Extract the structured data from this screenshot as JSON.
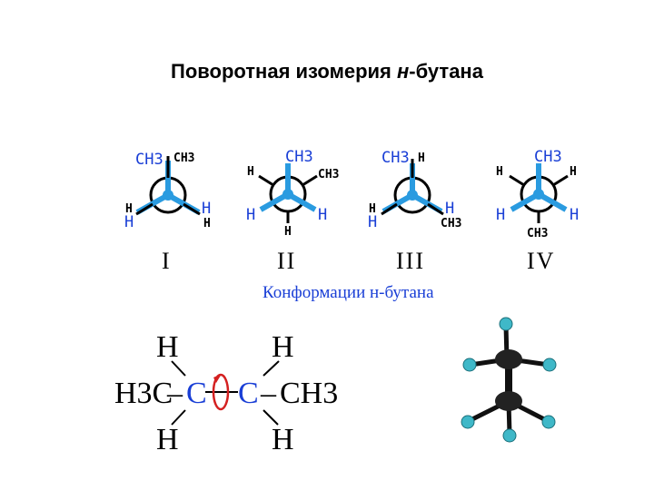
{
  "title": {
    "prefix": "Поворотная изомерия ",
    "italic": "н",
    "suffix": "-бутана"
  },
  "caption": "Конформации н-бутана",
  "conformers": [
    {
      "roman": "I",
      "front": [
        "CH3",
        "H",
        "H"
      ],
      "back": [
        "CH3",
        "H",
        "H"
      ]
    },
    {
      "roman": "II",
      "front": [
        "CH3",
        "H",
        "H"
      ],
      "back": [
        "CH3",
        "H",
        "H"
      ]
    },
    {
      "roman": "III",
      "front": [
        "CH3",
        "H",
        "H"
      ],
      "back": [
        "H",
        "H",
        "CH3"
      ]
    },
    {
      "roman": "IV",
      "front": [
        "CH3",
        "H",
        "H"
      ],
      "back": [
        "H",
        "H",
        "CH3"
      ]
    }
  ],
  "formula": {
    "top_h1": "H",
    "top_h2": "H",
    "left": "H3C",
    "c1": "C",
    "c2": "C",
    "right": "CH3",
    "bottom_h1": "H",
    "bottom_h2": "H",
    "dash": "–"
  },
  "colors": {
    "bond": "#2a9be0",
    "label": "#1a3fd6",
    "carbon": "#1a3fd6",
    "rotation": "#d42020",
    "ball_model_atom": "#222222",
    "ball_model_h": "#3fb8c8"
  }
}
